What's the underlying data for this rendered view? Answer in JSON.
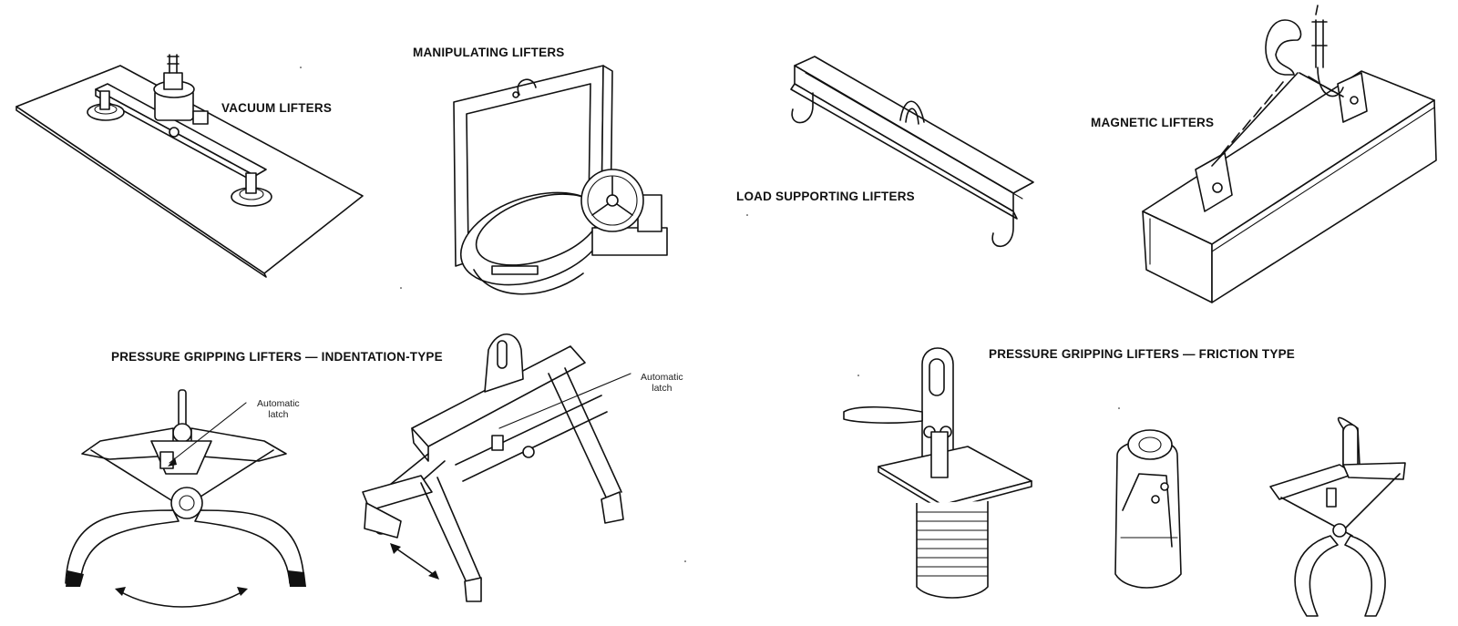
{
  "labels": {
    "vacuum": "VACUUM LIFTERS",
    "manipulating": "MANIPULATING LIFTERS",
    "load_supporting": "LOAD SUPPORTING LIFTERS",
    "magnetic": "MAGNETIC LIFTERS",
    "indentation": "PRESSURE GRIPPING LIFTERS — INDENTATION-TYPE",
    "friction": "PRESSURE GRIPPING LIFTERS — FRICTION TYPE"
  },
  "annotations": {
    "latch_1": [
      "Automatic",
      "latch"
    ],
    "latch_2": [
      "Automatic",
      "latch"
    ]
  }
}
